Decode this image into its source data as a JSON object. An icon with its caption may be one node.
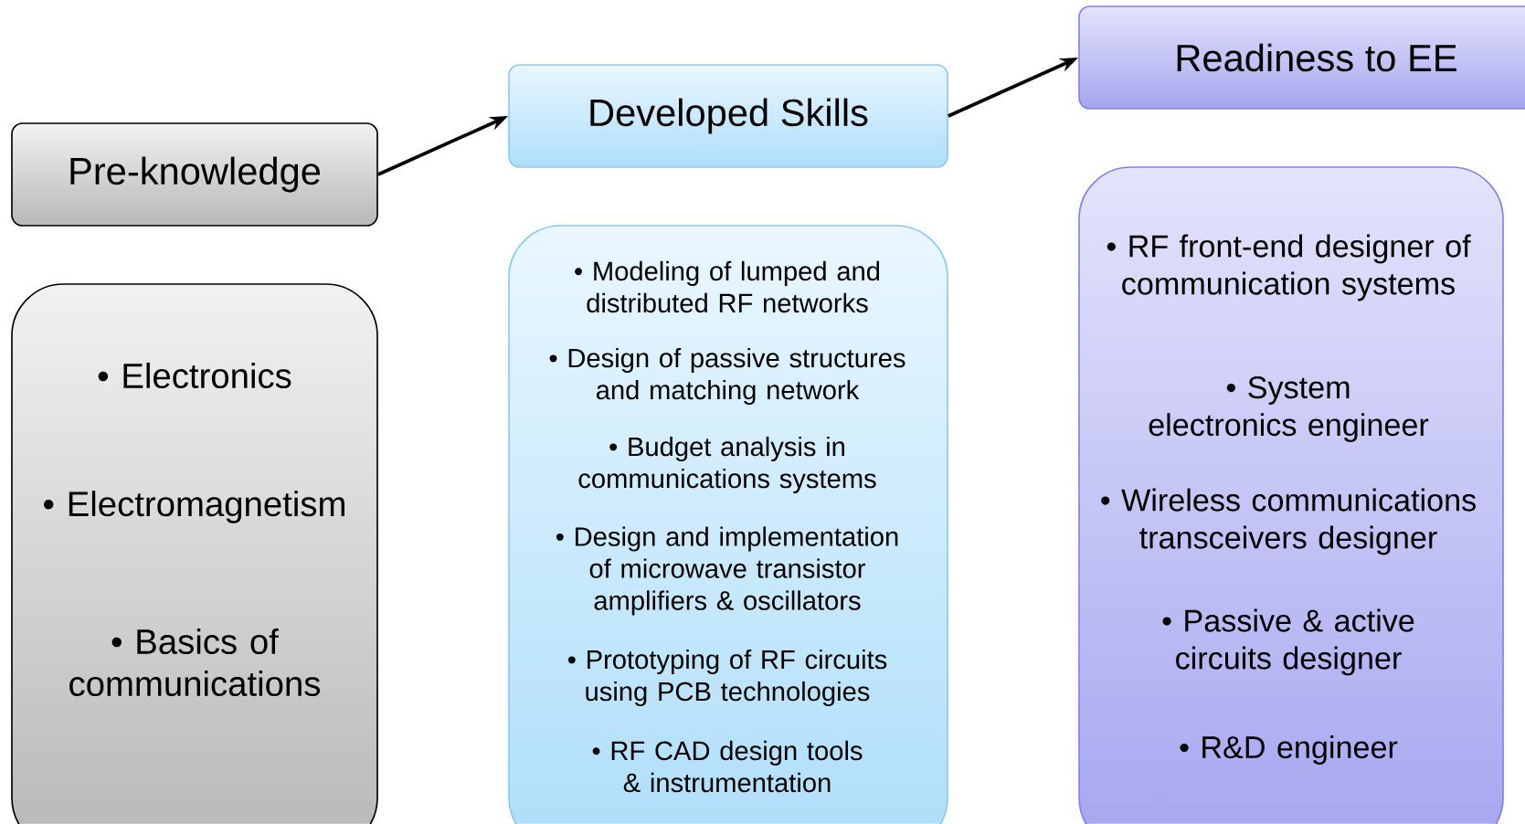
{
  "diagram": {
    "nodes": [
      {
        "text": [
          "Pre-knowledge"
        ]
      },
      {
        "text": [
          "Developed Skills"
        ]
      },
      {
        "text": [
          "Readiness to EE"
        ]
      },
      {
        "text": [
          "• Electronics",
          "• Electromagnetism",
          "• Basics of communications"
        ]
      },
      {
        "text": [
          "• Modeling of lumped and distributed RF networks",
          "• Design of passive structures and matching network",
          "• Budget analysis in communications systems",
          "• Design and implementation of microwave transistor amplifiers & oscillators",
          "• Prototyping of RF circuits using PCB technologies",
          "• RF CAD design tools & instrumentation"
        ]
      },
      {
        "text": [
          "• RF front-end designer of communication systems",
          "• System electronics engineer",
          "• Wireless communications transceivers designer",
          "• Passive & active circuits designer",
          "• R&D engineer"
        ]
      }
    ],
    "edges": [
      {
        "from": 0,
        "to": 1,
        "arrow": "to"
      },
      {
        "from": 1,
        "to": 2,
        "arrow": "to"
      }
    ]
  }
}
